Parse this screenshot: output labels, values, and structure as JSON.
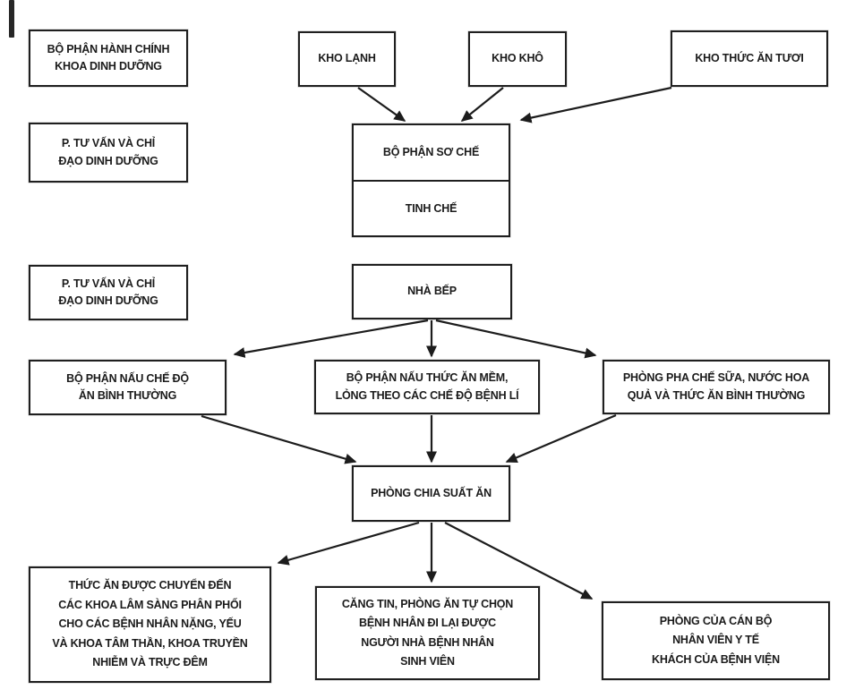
{
  "diagram": {
    "background": "#ffffff",
    "line_color": "#1c1c1c",
    "nodes": {
      "admin": "BỘ PHẬN HÀNH CHÍNH\nKHOA DINH DƯỠNG",
      "kho_lanh": "KHO LẠNH",
      "kho_kho": "KHO KHÔ",
      "kho_tuoi": "KHO THỨC ĂN TƯƠI",
      "tu_van_1": "P. TƯ VẤN VÀ CHỈ\nĐẠO DINH DƯỠNG",
      "so_che": "BỘ PHẬN SƠ CHẾ",
      "tinh_che": "TINH CHẾ",
      "tu_van_2": "P. TƯ VẤN VÀ CHỈ\nĐẠO DINH DƯỠNG",
      "nha_bep": "NHÀ BẾP",
      "nau_binh_thuong": "BỘ PHẬN NẤU CHẾ ĐỘ\nĂN BÌNH THƯỜNG",
      "nau_mem": "BỘ PHẬN NẤU THỨC ĂN MỀM,\nLỎNG THEO CÁC CHẾ ĐỘ BỆNH LÍ",
      "pha_che": "PHÒNG PHA CHẾ SỮA, NƯỚC HOA\nQUẢ VÀ THỨC ĂN BÌNH THƯỜNG",
      "chia_suat": "PHÒNG CHIA SUẤT ĂN",
      "chuyen_den": "THỨC ĂN ĐƯỢC CHUYỂN ĐẾN\nCÁC KHOA LÂM SÀNG PHÂN PHỐI\nCHO CÁC BỆNH NHÂN NẶNG, YẾU\nVÀ KHOA TÂM THẦN, KHOA TRUYỀN\nNHIỄM VÀ TRỰC ĐÊM",
      "cang_tin": "CĂNG TIN, PHÒNG ĂN TỰ CHỌN\nBỆNH NHÂN ĐI LẠI ĐƯỢC\nNGƯỜI NHÀ BỆNH NHÂN\nSINH VIÊN",
      "phong_can_bo": "PHÒNG CỦA CÁN BỘ\nNHÂN VIÊN Y TẾ\nKHÁCH CỦA BỆNH VIỆN"
    },
    "edges": [
      {
        "from": "kho_lanh",
        "to": "so_che"
      },
      {
        "from": "kho_kho",
        "to": "so_che"
      },
      {
        "from": "kho_tuoi",
        "to": "so_che"
      },
      {
        "from": "nha_bep",
        "to": "nau_binh_thuong"
      },
      {
        "from": "nha_bep",
        "to": "nau_mem"
      },
      {
        "from": "nha_bep",
        "to": "pha_che"
      },
      {
        "from": "nau_binh_thuong",
        "to": "chia_suat"
      },
      {
        "from": "nau_mem",
        "to": "chia_suat"
      },
      {
        "from": "pha_che",
        "to": "chia_suat"
      },
      {
        "from": "chia_suat",
        "to": "chuyen_den"
      },
      {
        "from": "chia_suat",
        "to": "cang_tin"
      },
      {
        "from": "chia_suat",
        "to": "phong_can_bo"
      }
    ]
  }
}
